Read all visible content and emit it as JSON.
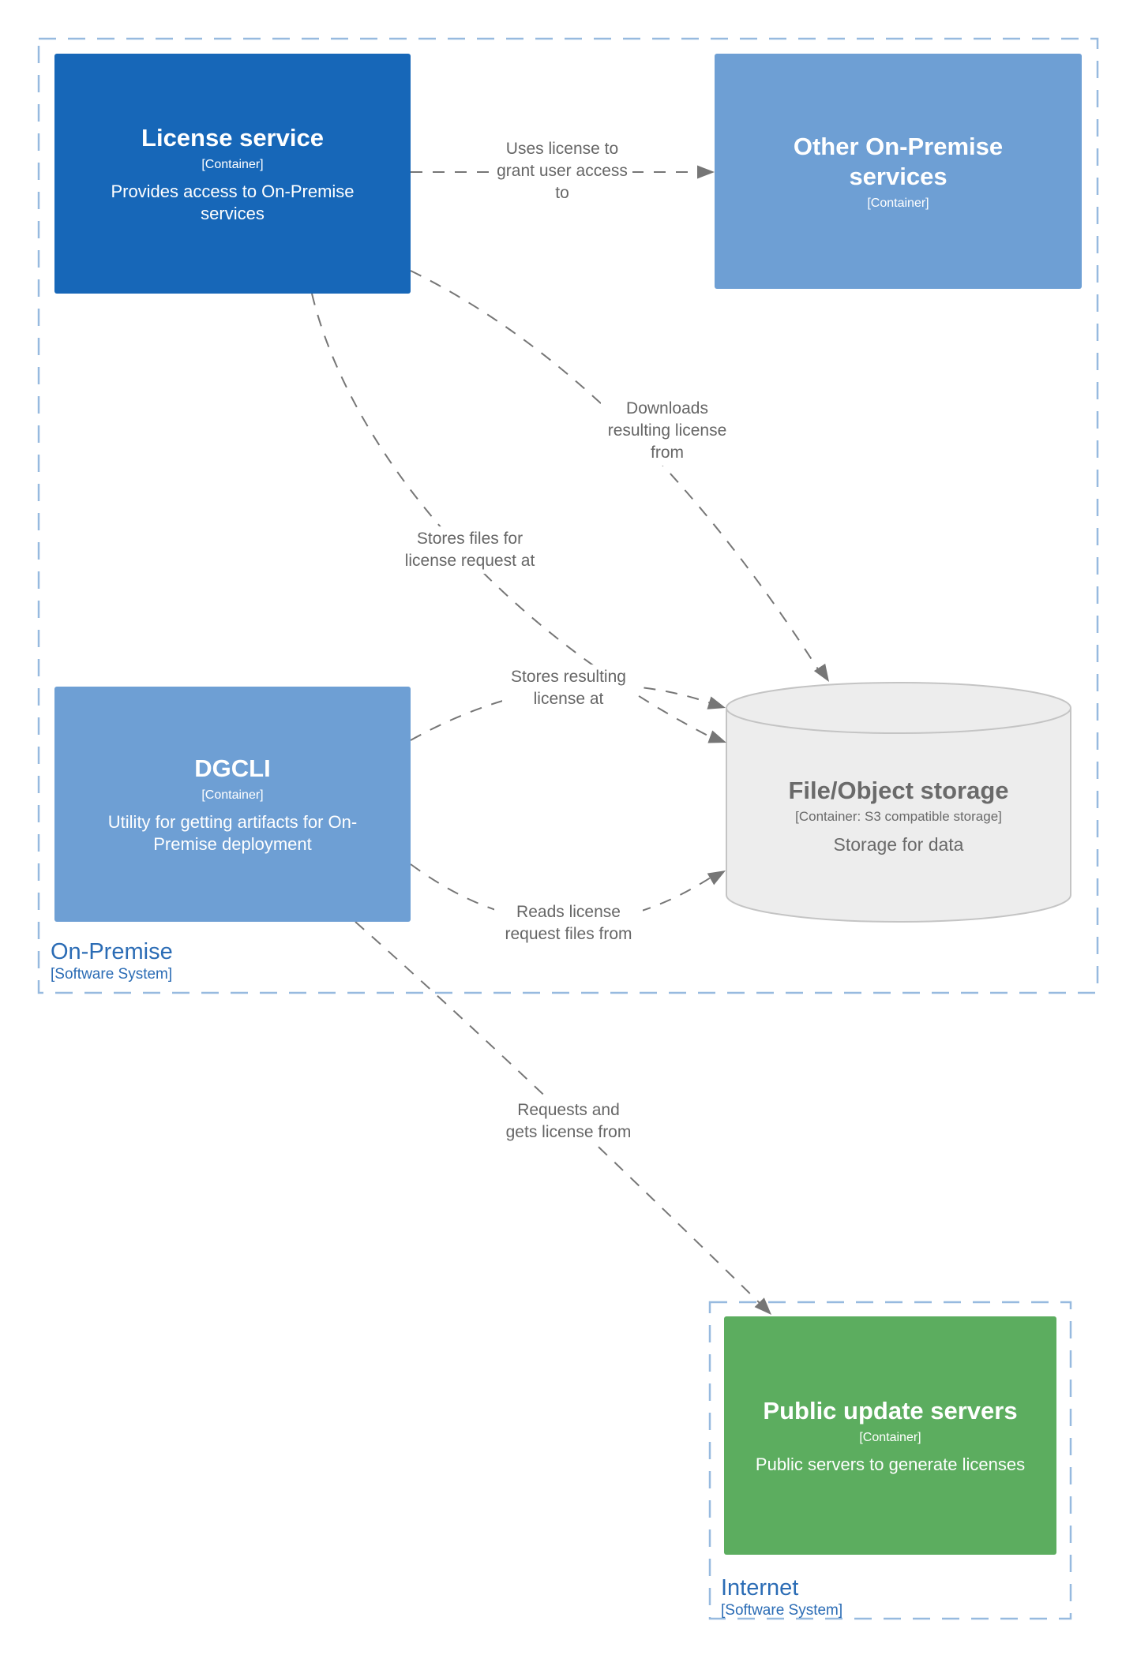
{
  "diagram": {
    "kind": "C4 container diagram",
    "background": "#ffffff"
  },
  "colors": {
    "primary_container": "#1767b8",
    "secondary_container": "#6e9fd4",
    "green_container": "#5cad5f",
    "storage_fill": "#ededed",
    "storage_stroke": "#c4c4c4",
    "storage_text": "#6a6a6a",
    "relationship_line": "#767676",
    "relationship_text": "#666666",
    "boundary_dash": "#97badf",
    "boundary_text": "#2b6cb5",
    "background": "#ffffff"
  },
  "boundaries": {
    "on_premise": {
      "name": "On-Premise",
      "type_label": "[Software System]"
    },
    "internet": {
      "name": "Internet",
      "type_label": "[Software System]"
    }
  },
  "nodes": {
    "license_service": {
      "title": "License service",
      "type_label": "[Container]",
      "description": "Provides access to On-Premise services"
    },
    "other_on_premise_services": {
      "title": "Other On-Premise services",
      "type_label": "[Container]"
    },
    "dgcli": {
      "title": "DGCLI",
      "type_label": "[Container]",
      "description": "Utility for getting artifacts for On-Premise deployment"
    },
    "file_object_storage": {
      "title": "File/Object storage",
      "type_label": "[Container: S3 compatible storage]",
      "description": "Storage for data"
    },
    "public_update_servers": {
      "title": "Public update servers",
      "type_label": "[Container]",
      "description": "Public servers to generate licenses"
    }
  },
  "relationships": {
    "uses_license": {
      "label": "Uses license to grant user access to",
      "from": "License service",
      "to": "Other On-Premise services"
    },
    "downloads_license": {
      "label": "Downloads resulting license from",
      "from": "License service",
      "to": "File/Object storage"
    },
    "stores_request_files": {
      "label": "Stores files for license request at",
      "from": "License service",
      "to": "File/Object storage"
    },
    "stores_resulting_license": {
      "label": "Stores resulting license at",
      "from": "DGCLI",
      "to": "File/Object storage"
    },
    "reads_request_files": {
      "label": "Reads license request files from",
      "from": "DGCLI",
      "to": "File/Object storage"
    },
    "requests_license": {
      "label": "Requests and gets license from",
      "from": "DGCLI",
      "to": "Public update servers"
    }
  }
}
